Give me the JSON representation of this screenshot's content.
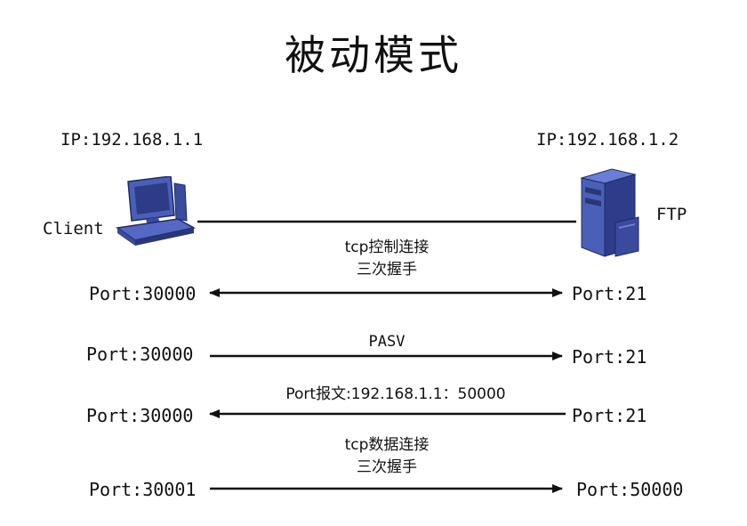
{
  "title": "被动模式",
  "client": {
    "ip": "IP:192.168.1.1",
    "label": "Client",
    "icon": "desktop-computer-icon"
  },
  "server": {
    "ip": "IP:192.168.1.2",
    "label": "FTP",
    "icon": "server-tower-icon"
  },
  "colors": {
    "icon_blue": "#3a4fa6",
    "line": "#111111"
  },
  "messages": [
    {
      "label_lines": [
        "tcp控制连接",
        "三次握手"
      ],
      "left_port": "Port:30000",
      "right_port": "Port:21",
      "direction": "both"
    },
    {
      "label_lines": [
        "PASV"
      ],
      "left_port": "Port:30000",
      "right_port": "Port:21",
      "direction": "right"
    },
    {
      "label_lines": [
        "Port报文:192.168.1.1：50000"
      ],
      "left_port": "Port:30000",
      "right_port": "Port:21",
      "direction": "left"
    },
    {
      "label_lines": [
        "tcp数据连接",
        "三次握手"
      ],
      "left_port": "Port:30001",
      "right_port": "Port:50000",
      "direction": "right"
    }
  ]
}
